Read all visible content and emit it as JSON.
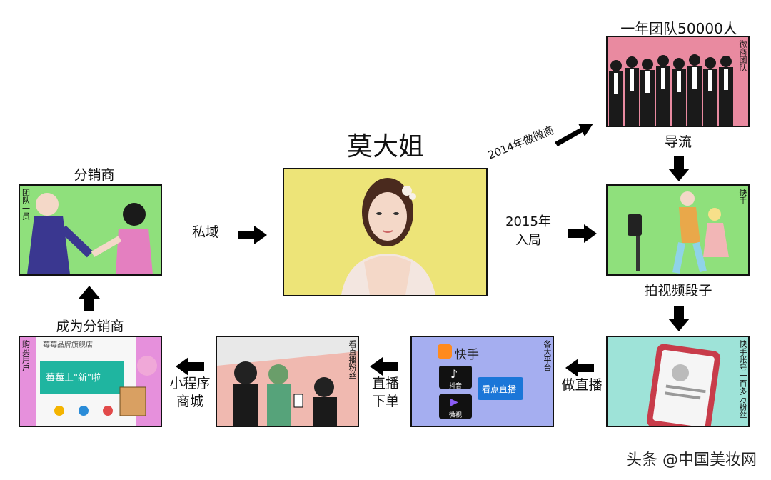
{
  "center": {
    "name": "莫大姐"
  },
  "top_right": {
    "caption": "一年团队50000人",
    "side_label": "微商团队"
  },
  "arrows": {
    "diag": "2014年做微商",
    "to_kuaishou_line1": "2015年",
    "to_kuaishou_line2": "入局",
    "daoliu": "导流",
    "paishipin": "拍视频段子",
    "zuozhibo": "做直播",
    "zhibo_l1": "直播",
    "zhibo_l2": "下单",
    "xiaochengxu_l1": "小程序",
    "xiaochengxu_l2": "商城",
    "siyu": "私域",
    "chengwei": "成为分销商"
  },
  "panels": {
    "kuaishou_side": "快手",
    "fans_side": "快手账号一百多万粉丝",
    "platform_side": "各大平台",
    "platform_logo": "快手",
    "platform_douyin": "抖音",
    "platform_weishi": "微视",
    "platform_kandian": "看点直播",
    "live_side": "看直播粉丝",
    "buy_side": "购买用户",
    "shop_title": "莓莓品牌旗舰店",
    "shop_banner": "莓莓上\"新\"啦",
    "distributor_caption": "分销商",
    "distributor_side": "团队一员"
  },
  "watermark": "头条 @中国美妆网",
  "colors": {
    "center_bg": "#ede478",
    "team_bg": "#e98aa0",
    "kuaishou_bg": "#8fe07c",
    "fans_bg": "#9ee3d8",
    "platform_bg": "#a5aef0",
    "live_bg": "#f0b9b0",
    "buy_bg": "#e690dc",
    "distributor_bg": "#8fe07c"
  }
}
